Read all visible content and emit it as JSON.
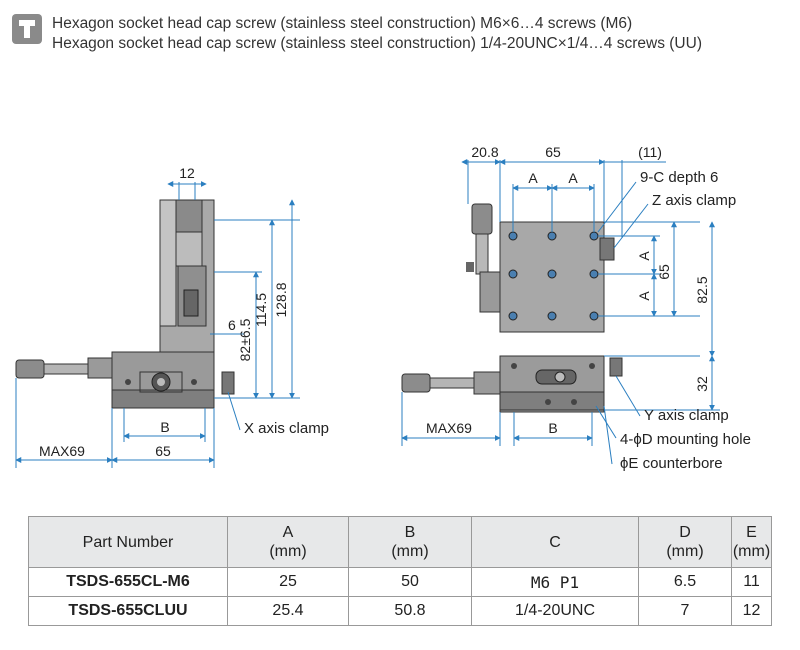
{
  "note": {
    "icon": "screw-icon",
    "line1": "Hexagon socket head cap screw (stainless steel construction) M6×6…4 screws (M6)",
    "line2": "Hexagon socket head cap screw (stainless steel construction) 1/4-20UNC×1/4…4 screws (UU)"
  },
  "drawing": {
    "left": {
      "dim_12": "12",
      "dim_6": "6",
      "dim_82": "82±6.5",
      "dim_114": "114.5",
      "dim_128": "128.8",
      "dim_b": "B",
      "dim_max69": "MAX69",
      "dim_65": "65",
      "x_clamp": "X axis clamp"
    },
    "right": {
      "dim_208": "20.8",
      "dim_65": "65",
      "dim_11": "(11)",
      "dim_a1": "A",
      "dim_a2": "A",
      "c_depth": "9-C depth 6",
      "z_clamp": "Z axis clamp",
      "dim_av1": "A",
      "dim_av2": "A",
      "dim_65v": "65",
      "dim_825": "82.5",
      "dim_32": "32",
      "dim_max69": "MAX69",
      "dim_b": "B",
      "y_clamp": "Y axis clamp",
      "mount": "4-ϕD mounting hole",
      "counterbore": "ϕE counterbore"
    }
  },
  "table": {
    "headers": {
      "part": "Part Number",
      "a": "A",
      "a_unit": "(mm)",
      "b": "B",
      "b_unit": "(mm)",
      "c": "C",
      "d": "D",
      "d_unit": "(mm)",
      "e": "E",
      "e_unit": "(mm)"
    },
    "rows": [
      {
        "part": "TSDS-655CL-M6",
        "a": "25",
        "b": "50",
        "c": "M6 P1",
        "d": "6.5",
        "e": "11"
      },
      {
        "part": "TSDS-655CLUU",
        "a": "25.4",
        "b": "50.8",
        "c": "1/4-20UNC",
        "d": "7",
        "e": "12"
      }
    ]
  }
}
